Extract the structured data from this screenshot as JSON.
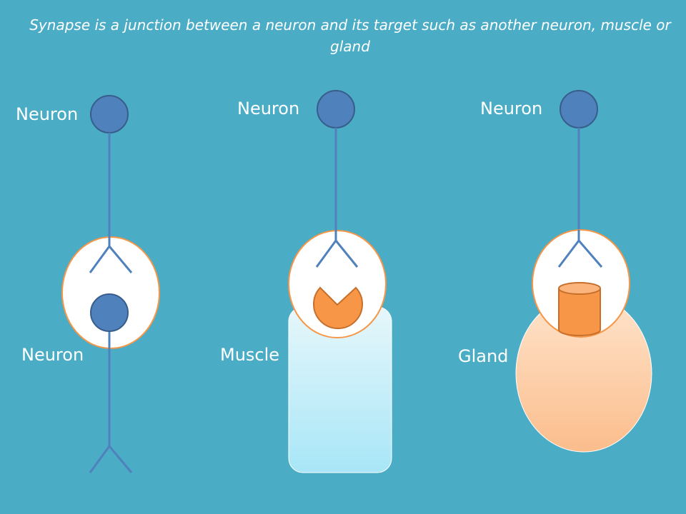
{
  "caption": "Synapse is a junction between a neuron and its target such as another neuron, muscle or gland",
  "labels": {
    "left_top": "Neuron",
    "left_bottom": "Neuron",
    "middle_top": "Neuron",
    "middle_bottom": "Muscle",
    "right_top": "Neuron",
    "right_bottom": "Gland"
  },
  "colors": {
    "background": "#4bacc6",
    "neuron_fill": "#4f81bd",
    "neuron_stroke": "#385d8a",
    "synapse_outline": "#f79646",
    "receptor_fill": "#f79646",
    "muscle_gradient_top": "#e6f7fb",
    "muscle_gradient_bottom": "#a8e6f7",
    "gland_gradient_top": "#ffe4cc",
    "gland_gradient_bottom": "#fbbd8c"
  }
}
